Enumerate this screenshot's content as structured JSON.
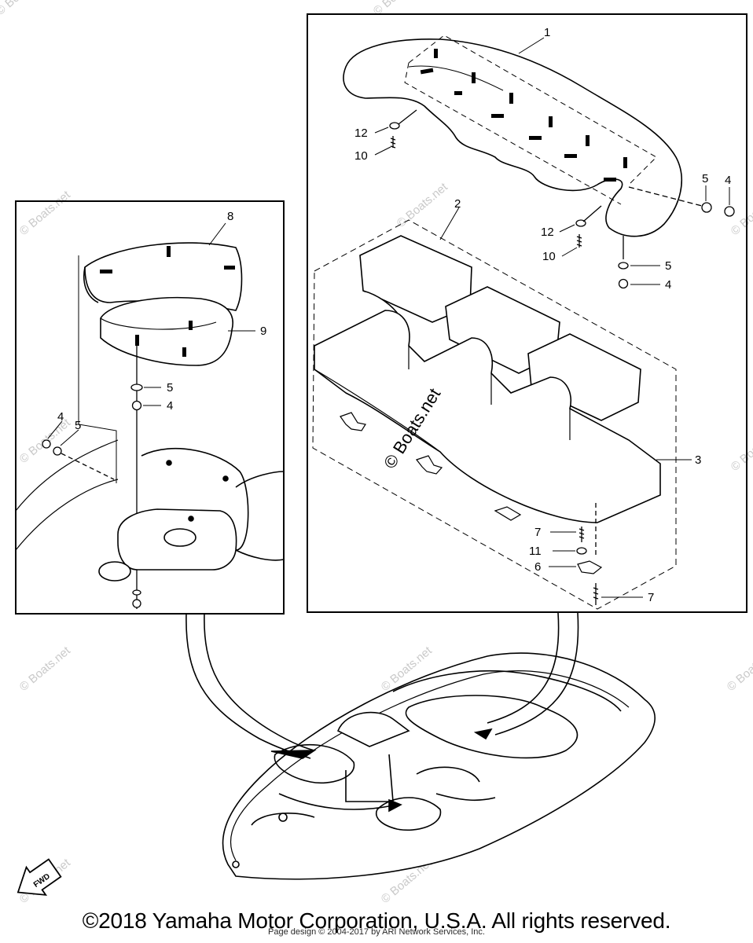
{
  "watermark": "© Boats.net",
  "center_watermark": "© Boats.net",
  "fwd_label": "FWD",
  "copyright": "©2018 Yamaha Motor Corporation, U.S.A. All rights reserved.",
  "page_design": "Page design © 2004-2017 by ARI Network Services, Inc.",
  "callouts": {
    "c1": "1",
    "c2": "2",
    "c3": "3",
    "c4a": "4",
    "c4b": "4",
    "c4c": "4",
    "c4d": "4",
    "c5a": "5",
    "c5b": "5",
    "c5c": "5",
    "c5d": "5",
    "c6": "6",
    "c7a": "7",
    "c7b": "7",
    "c8": "8",
    "c9": "9",
    "c10a": "10",
    "c10b": "10",
    "c11": "11",
    "c12a": "12",
    "c12b": "12"
  }
}
